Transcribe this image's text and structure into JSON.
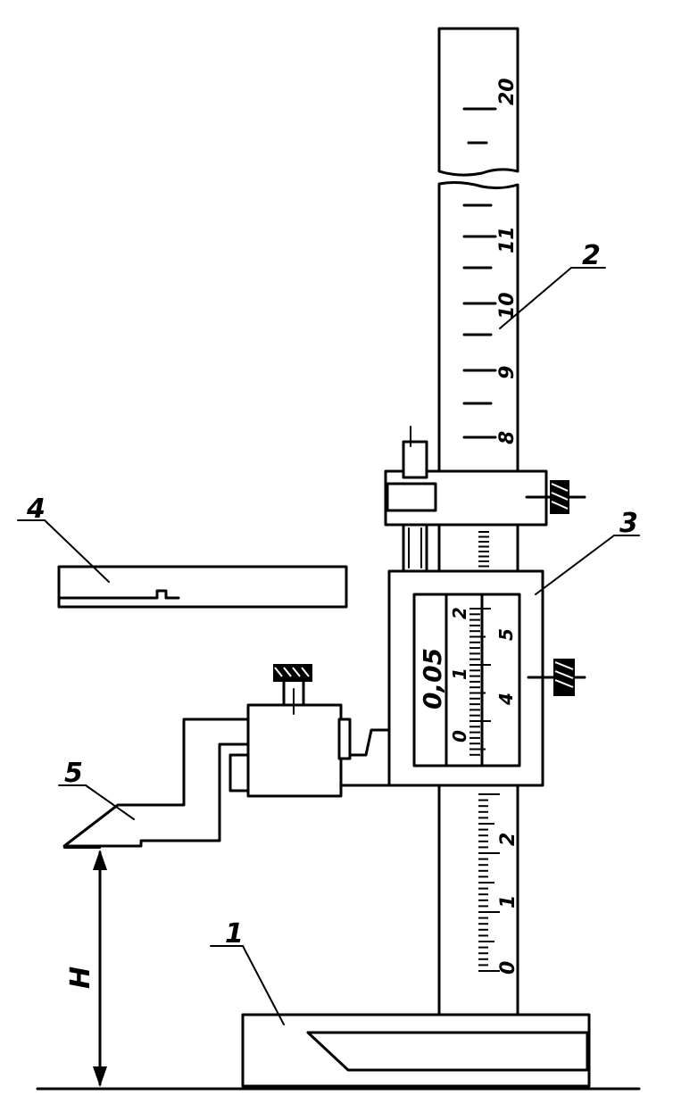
{
  "callouts": {
    "base": "1",
    "beam": "2",
    "frame": "3",
    "insert": "4",
    "scriber": "5",
    "height": "H"
  },
  "beam_scale_upper": [
    "8",
    "9",
    "10",
    "11",
    "20"
  ],
  "beam_scale_lower": [
    "0",
    "1",
    "2"
  ],
  "vernier": {
    "value": "0,05",
    "marks": [
      "0",
      "1",
      "2",
      "4",
      "5"
    ]
  }
}
